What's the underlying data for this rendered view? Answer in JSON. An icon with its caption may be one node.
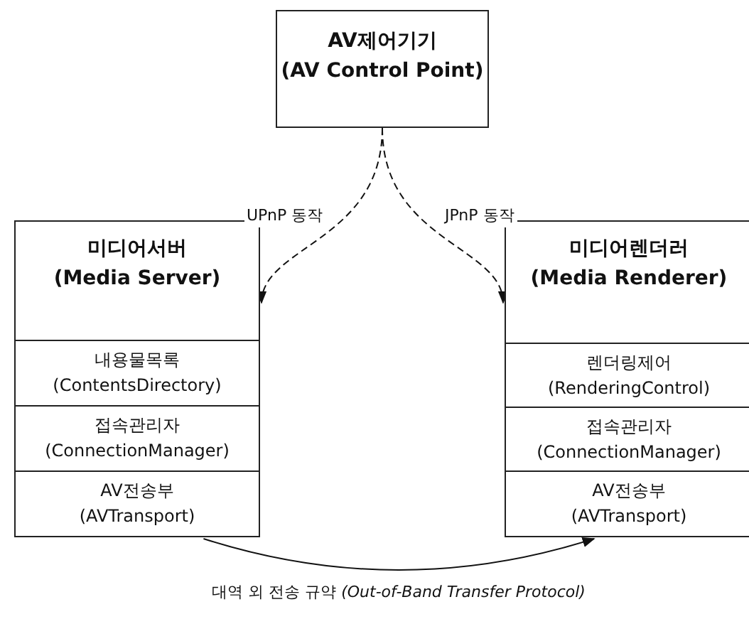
{
  "diagram": {
    "nodes": [
      {
        "text": [
          "AV제어기기",
          "(AV Control Point)"
        ]
      },
      {
        "text": [
          "미디어서버",
          "(Media Server)"
        ]
      },
      {
        "text": [
          "내용물목록",
          "(ContentsDirectory)"
        ],
        "in": 1
      },
      {
        "text": [
          "접속관리자",
          "(ConnectionManager)"
        ],
        "in": 1
      },
      {
        "text": [
          "AV전송부",
          "(AVTransport)"
        ],
        "in": 1
      },
      {
        "text": [
          "미디어렌더러",
          "(Media Renderer)"
        ]
      },
      {
        "text": [
          "렌더링제어",
          "(RenderingControl)"
        ],
        "in": 5
      },
      {
        "text": [
          "접속관리자",
          "(ConnectionManager)"
        ],
        "in": 5
      },
      {
        "text": [
          "AV전송부",
          "(AVTransport)"
        ],
        "in": 5
      }
    ],
    "edges": [
      {
        "from": 0,
        "to": 1,
        "arrow": "to",
        "style": "dashed",
        "label": "UPnP 동작"
      },
      {
        "from": 0,
        "to": 5,
        "arrow": "to",
        "style": "dashed",
        "label": "JPnP 동작"
      },
      {
        "from": 4,
        "to": 8,
        "arrow": "to",
        "label": "대역 외 전송 규약 *(Out-of-Band Transfer Protocol)*"
      }
    ]
  }
}
